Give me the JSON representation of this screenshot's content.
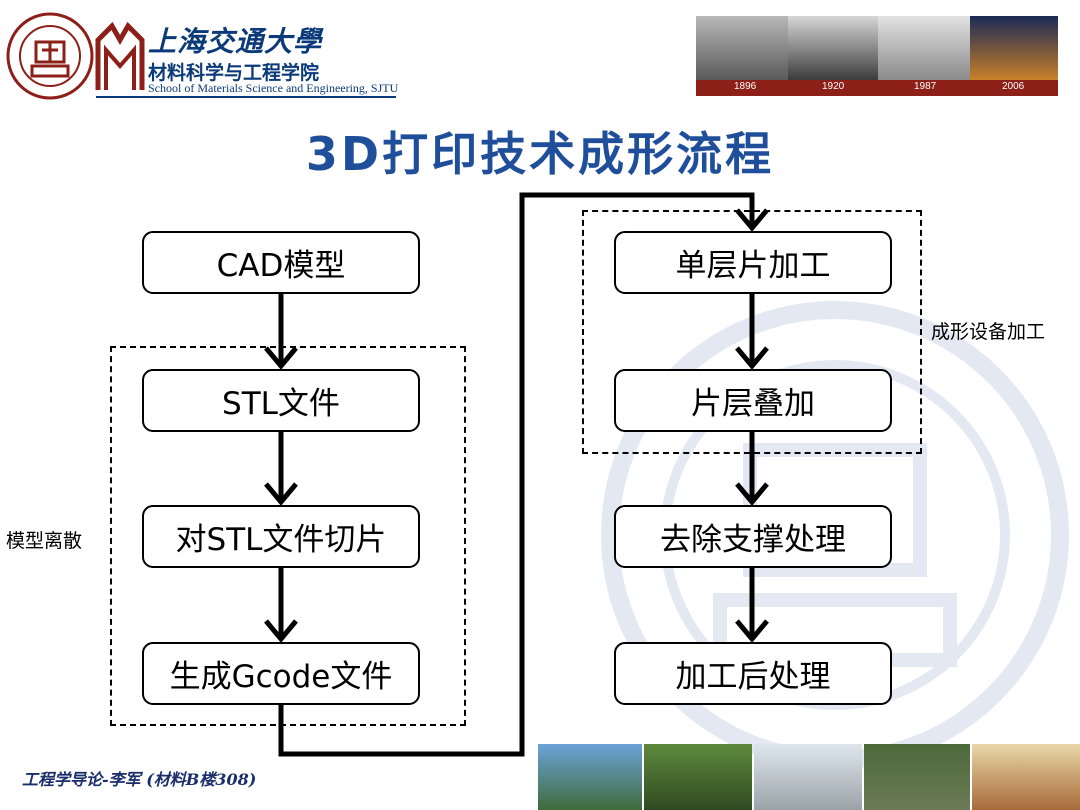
{
  "header": {
    "university_name": "上海交通大學",
    "department": "材料科学与工程学院",
    "department_en": "School of Materials Science and Engineering, SJTU",
    "photo_years": [
      "1896",
      "1920",
      "1987",
      "2006"
    ]
  },
  "title": "3D打印技术成形流程",
  "flow": {
    "left_column": [
      "CAD模型",
      "STL文件",
      "对STL文件切片",
      "生成Gcode文件"
    ],
    "right_column": [
      "单层片加工",
      "片层叠加",
      "去除支撑处理",
      "加工后处理"
    ]
  },
  "group_labels": {
    "left": "模型离散",
    "right": "成形设备加工"
  },
  "footer": "工程学导论-李军 (材料B楼308)"
}
